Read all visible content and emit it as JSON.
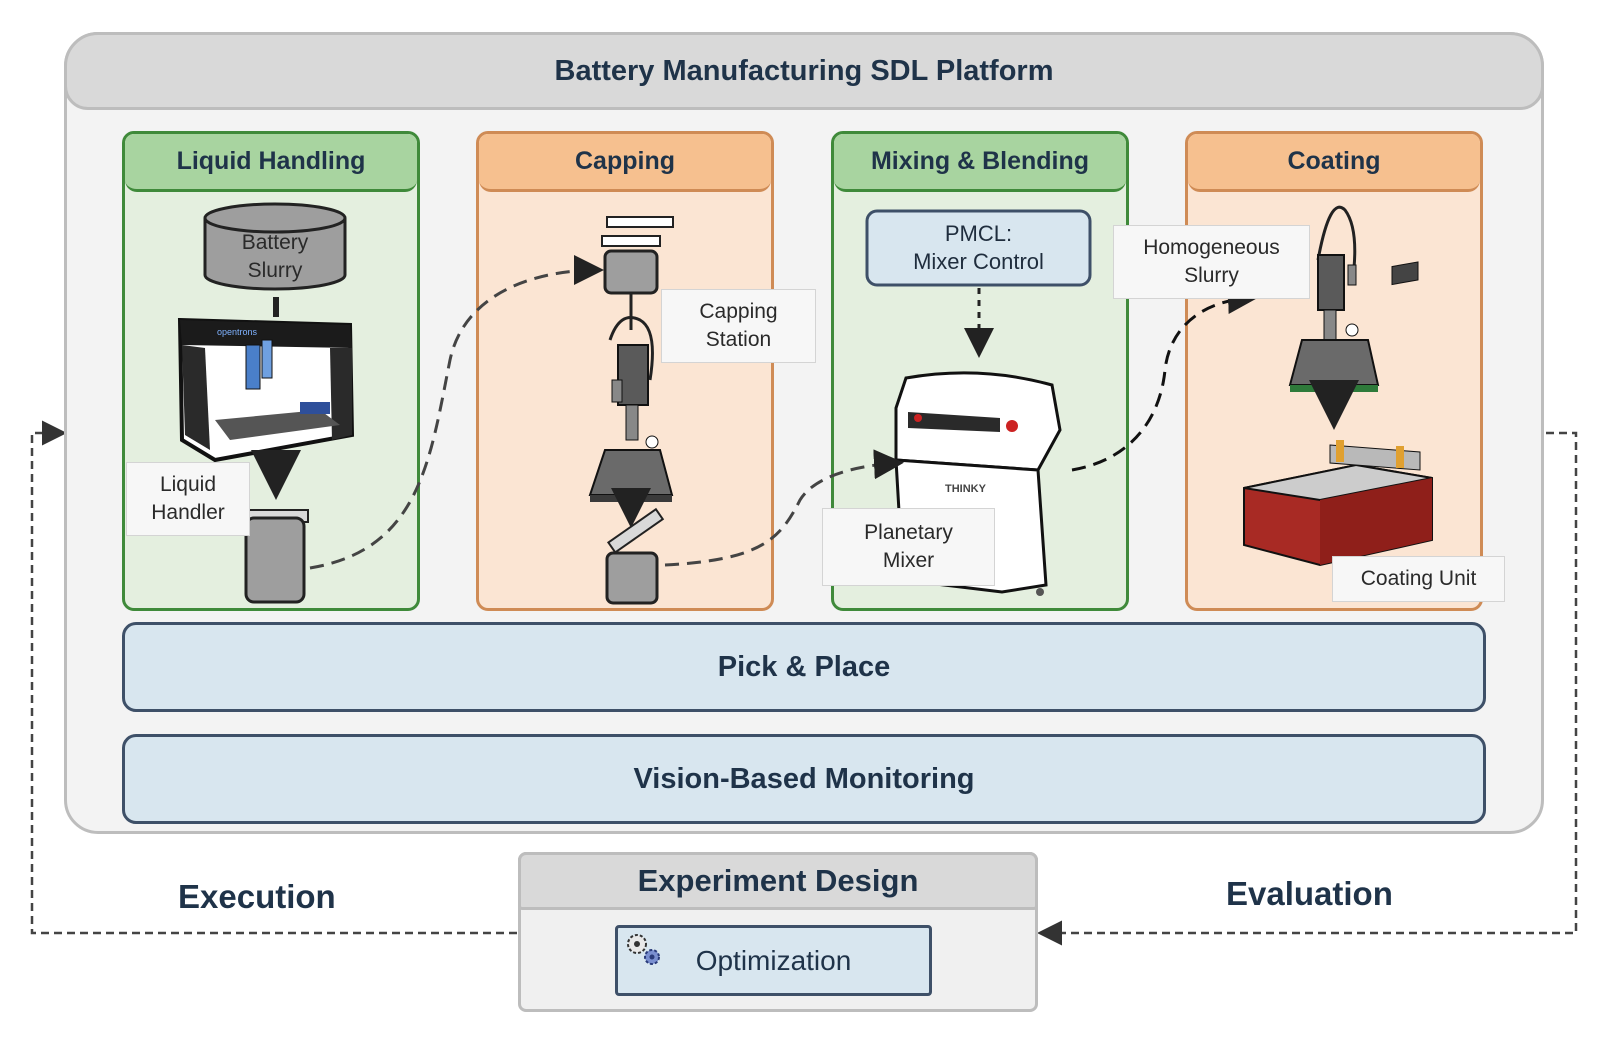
{
  "platform": {
    "title": "Battery Manufacturing SDL Platform"
  },
  "modules": [
    {
      "title": "Liquid Handling",
      "labels": [
        "Battery\nSlurry",
        "Liquid\nHandler"
      ],
      "brand": "opentrons"
    },
    {
      "title": "Capping",
      "labels": [
        "Capping\nStation"
      ]
    },
    {
      "title": "Mixing & Blending",
      "labels": [
        "PMCL:\nMixer Control",
        "Planetary\nMixer"
      ],
      "brand": "THINKY"
    },
    {
      "title": "Coating",
      "labels": [
        "Homogeneous\nSlurry",
        "Coating Unit"
      ]
    }
  ],
  "bars": {
    "pick_place": "Pick & Place",
    "vision": "Vision-Based Monitoring"
  },
  "experiment": {
    "title": "Experiment Design",
    "optimization": "Optimization"
  },
  "loop": {
    "execution": "Execution",
    "evaluation": "Evaluation"
  },
  "colors": {
    "green_fill": "#e4efdf",
    "green_head": "#a8d4a0",
    "green_border": "#3f8a3a",
    "orange_fill": "#fbe5d3",
    "orange_head": "#f6c08f",
    "orange_border": "#cf8b55",
    "blue_fill": "#d8e6ef",
    "blue_border": "#3e5068",
    "coater_red": "#a82a24"
  }
}
